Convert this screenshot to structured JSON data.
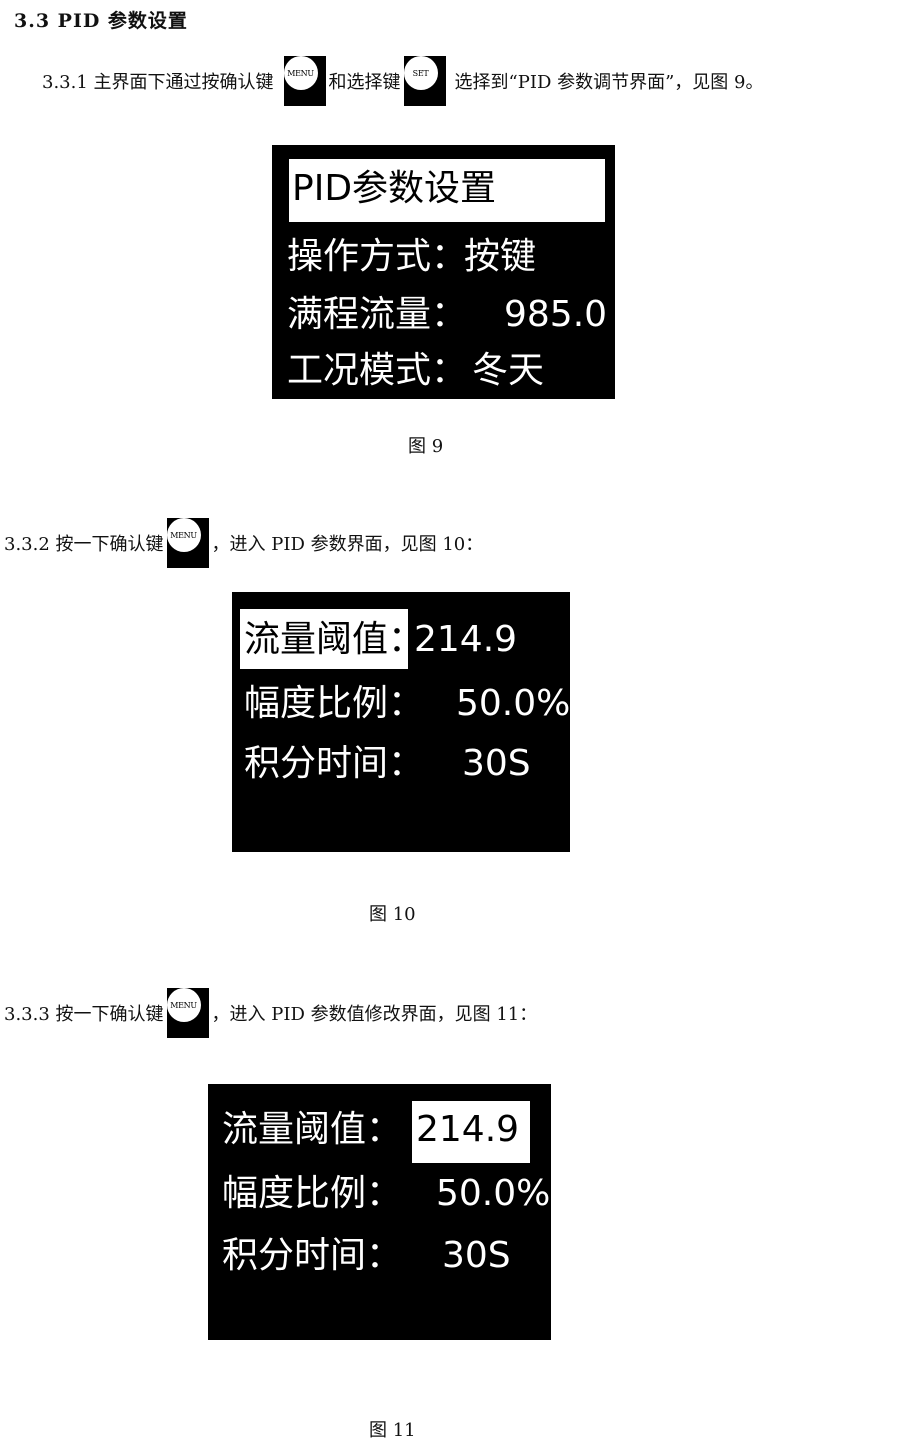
{
  "section_heading": "3.3 PID 参数设置",
  "keys": {
    "menu": "MENU",
    "set": "SET"
  },
  "steps": [
    {
      "prefix": "3.3.1 主界面下通过按确认键",
      "middle": "和选择键",
      "suffix": "选择到“PID 参数调节界面”，见图 9。"
    },
    {
      "prefix": "3.3.2 按一下确认键",
      "suffix": "，进入 PID 参数界面，见图 10："
    },
    {
      "prefix": "3.3.3 按一下确认键",
      "suffix": "，进入 PID 参数值修改界面，见图 11："
    }
  ],
  "fig9": {
    "title": "PID参数设置",
    "rows": [
      {
        "label": "操作方式：",
        "value": "按键"
      },
      {
        "label": "满程流量：",
        "value": "985.0"
      },
      {
        "label": "工况模式：",
        "value": "冬天"
      }
    ],
    "caption": "图 9"
  },
  "fig10": {
    "rows": [
      {
        "label": "流量阈值：",
        "value": "214.9"
      },
      {
        "label": "幅度比例：",
        "value": "50.0%"
      },
      {
        "label": "积分时间：",
        "value": "30S"
      }
    ],
    "caption": "图 10"
  },
  "fig11": {
    "rows": [
      {
        "label": "流量阈值：",
        "value": "214.9"
      },
      {
        "label": "幅度比例：",
        "value": "50.0%"
      },
      {
        "label": "积分时间：",
        "value": "30S"
      }
    ],
    "caption": "图 11"
  }
}
